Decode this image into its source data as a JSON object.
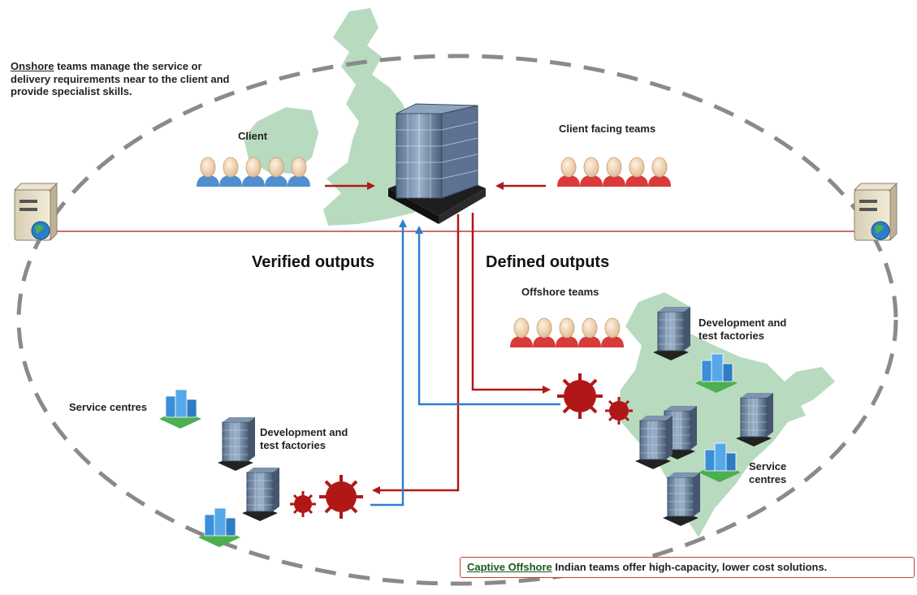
{
  "onshore": {
    "term": "Onshore",
    "line1_rest": " teams manage the service or",
    "line2": "delivery requirements near to the client and",
    "line3": "provide specialist skills."
  },
  "labels": {
    "client": "Client",
    "client_facing_teams": "Client facing teams",
    "verified_outputs": "Verified outputs",
    "defined_outputs": "Defined outputs",
    "offshore_teams": "Offshore teams",
    "dev_test_right_1": "Development  and",
    "dev_test_right_2": "test factories",
    "dev_test_left_1": "Development  and",
    "dev_test_left_2": "test factories",
    "service_centres_left": "Service centres",
    "service_centres_right_1": "Service",
    "service_centres_right_2": "centres"
  },
  "captive": {
    "term": "Captive Offshore",
    "rest": "  Indian teams offer high-capacity, lower cost solutions."
  },
  "colors": {
    "land": "#b8dbc0",
    "red_arrow": "#b01818",
    "blue_arrow": "#2e7fd0",
    "dash": "#8a8a8a",
    "blue_people": "#4f8fd0",
    "red_people": "#d93a3a"
  }
}
